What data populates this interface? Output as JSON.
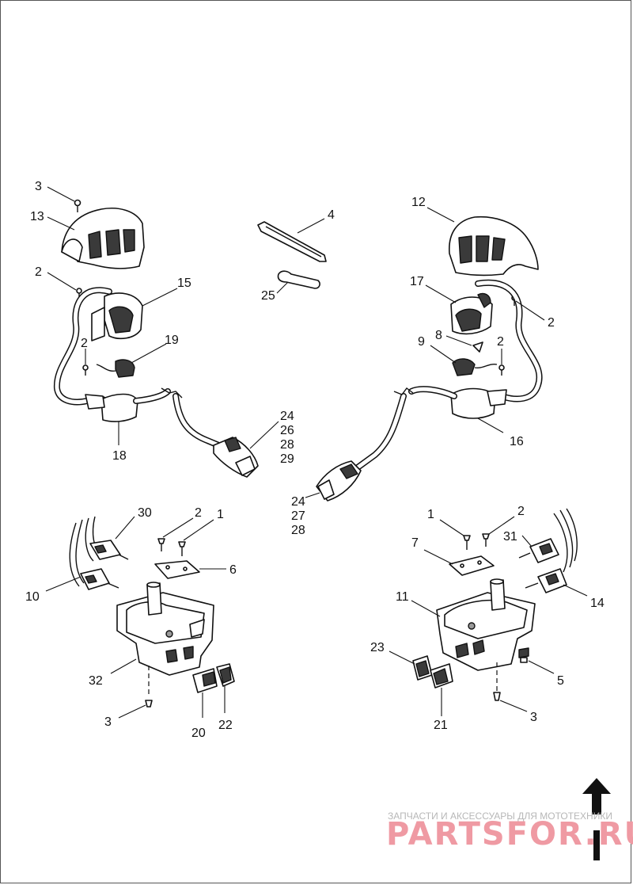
{
  "callouts": {
    "l_3": "3",
    "l_13": "13",
    "l_2a": "2",
    "l_15": "15",
    "l_2b": "2",
    "l_19": "19",
    "l_18": "18",
    "l_24a": "24",
    "l_26": "26",
    "l_28a": "28",
    "l_29": "29",
    "l_4": "4",
    "l_25": "25",
    "l_12": "12",
    "l_17": "17",
    "l_2c": "2",
    "l_8": "8",
    "l_9": "9",
    "l_2d": "2",
    "l_16": "16",
    "l_24b": "24",
    "l_27": "27",
    "l_28b": "28",
    "l_30": "30",
    "l_2e": "2",
    "l_1a": "1",
    "l_6": "6",
    "l_10": "10",
    "l_32": "32",
    "l_3b": "3",
    "l_20": "20",
    "l_22": "22",
    "l_1b": "1",
    "l_2f": "2",
    "l_31": "31",
    "l_7": "7",
    "l_11": "11",
    "l_14": "14",
    "l_23": "23",
    "l_5": "5",
    "l_21": "21",
    "l_3c": "3"
  },
  "watermark": {
    "caption": "ЗАПЧАСТИ И АКСЕССУАРЫ ДЛЯ МОТОТЕХНИКИ",
    "logo": "PARTSFOR.RU"
  },
  "colors": {
    "ink": "#111111",
    "watermark": "#ef9aa3"
  },
  "icons": {
    "direction": "up-arrow-icon"
  }
}
